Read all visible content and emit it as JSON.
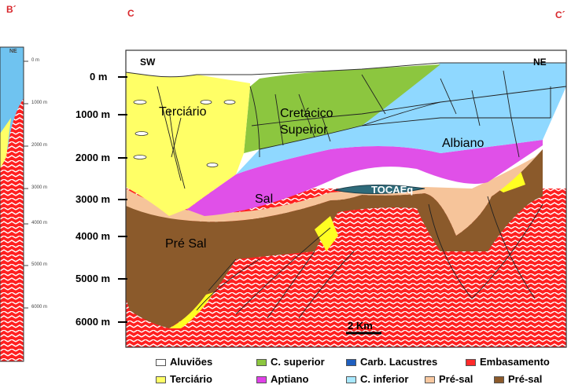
{
  "markers": {
    "b_prime": "B´",
    "c_left": "C",
    "c_right": "C´"
  },
  "left_section": {
    "ne": "NE",
    "ticks": [
      "0 m",
      "1000 m",
      "2000 m",
      "3000 m",
      "4000 m",
      "5000 m",
      "6000 m"
    ]
  },
  "section": {
    "sw": "SW",
    "ne": "NE",
    "depths": [
      "0 m",
      "1000 m",
      "2000 m",
      "3000 m",
      "4000 m",
      "5000 m",
      "6000 m"
    ],
    "labels": {
      "terciario": "Terciário",
      "cretacico": "Cretácico",
      "superior": "Superior",
      "albiano": "Albiano",
      "sal": "Sal",
      "tocaeq": "TOCAEq",
      "presal": "Pré Sal",
      "scale": "2 Km"
    }
  },
  "legend": [
    {
      "label": "Aluviões",
      "color": "#ffffff"
    },
    {
      "label": "C. superior",
      "color": "#8cc63f"
    },
    {
      "label": "Carb. Lacustres",
      "color": "#1f5fbf"
    },
    {
      "label": "Embasamento",
      "color": "#ff2a2a"
    },
    {
      "label": "Terciário",
      "color": "#ffff66"
    },
    {
      "label": "Aptiano",
      "color": "#e040e8"
    },
    {
      "label": "C. inferior",
      "color": "#a8e8ff"
    },
    {
      "label": "Pré-sal",
      "color": "#f8c8a0"
    },
    {
      "label": "Pré-sal",
      "color": "#8b5a2b"
    }
  ]
}
